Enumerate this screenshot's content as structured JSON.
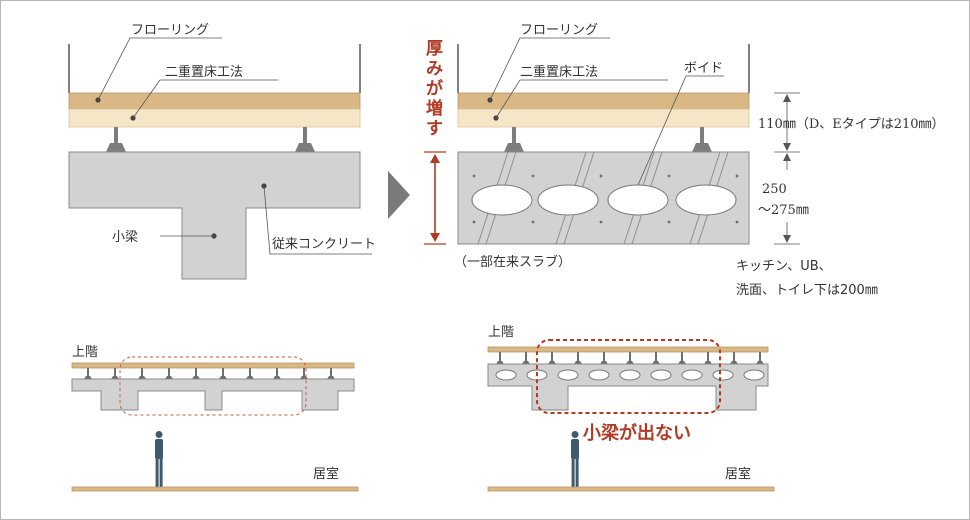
{
  "left_section": {
    "flooring_label": "フローリング",
    "double_floor_label": "二重置床工法",
    "beam_label": "小梁",
    "concrete_label": "従来コンクリート"
  },
  "right_section": {
    "thickness_note": "厚みが増す",
    "flooring_label": "フローリング",
    "double_floor_label": "二重置床工法",
    "void_label": "ボイド",
    "dim_floor": "110㎜（D、Eタイプは210㎜）",
    "dim_slab_line1": "250",
    "dim_slab_line2": "〜275㎜",
    "partial_slab": "（一部在来スラブ）",
    "kitchen_note_line1": "キッチン、UB、",
    "kitchen_note_line2": "洗面、トイレ下は200㎜"
  },
  "bottom_left": {
    "upper_floor_label": "上階",
    "room_label": "居室"
  },
  "bottom_right": {
    "upper_floor_label": "上階",
    "no_beam_label": "小梁が出ない",
    "room_label": "居室"
  },
  "colors": {
    "accent_red": "#b03a24",
    "flooring": "#d9b886",
    "concrete": "#d2d2d2",
    "person": "#3f5a6e"
  }
}
